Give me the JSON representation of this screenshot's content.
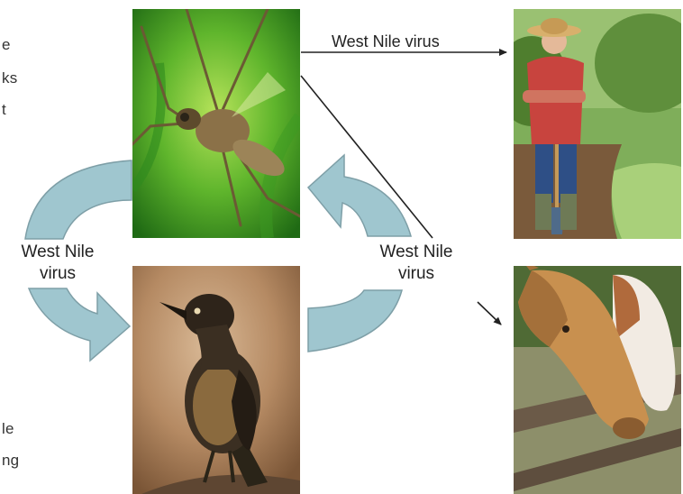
{
  "edge_fragments": [
    "e",
    "ks",
    "t",
    "le",
    "ng"
  ],
  "labels": {
    "arrow_top": "West Nile virus",
    "cycle_left_line1": "West Nile",
    "cycle_left_line2": "virus",
    "cycle_right_line1": "West Nile",
    "cycle_right_line2": "virus"
  },
  "photos": [
    {
      "name": "mosquito-photo",
      "subject": "mosquito"
    },
    {
      "name": "bird-photo",
      "subject": "bird"
    },
    {
      "name": "gardener-photo",
      "subject": "person with shovel"
    },
    {
      "name": "horses-photo",
      "subject": "horses"
    }
  ],
  "colors": {
    "cycle_arrow_fill": "#9fc6cf",
    "cycle_arrow_stroke": "#7e9fa7",
    "line": "#222222"
  }
}
